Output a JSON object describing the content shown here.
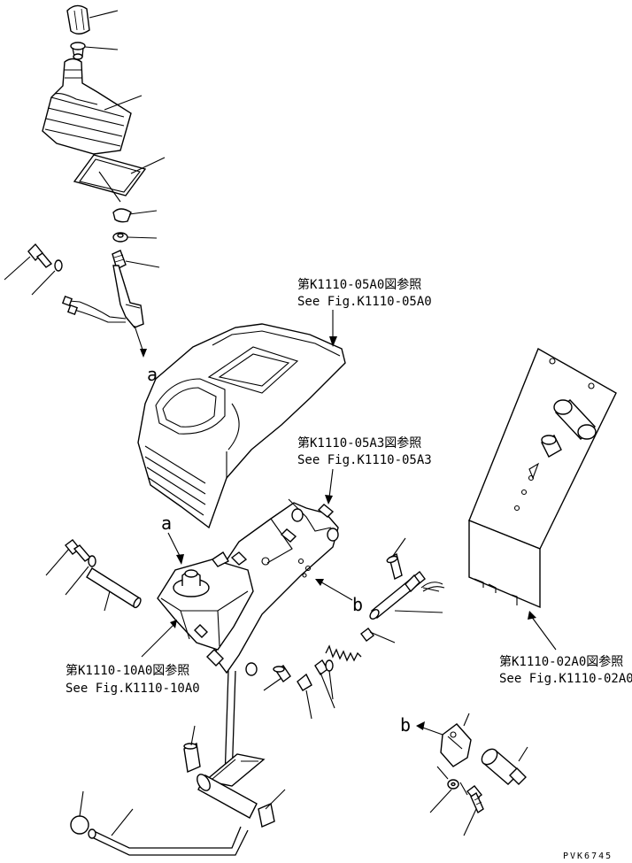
{
  "references": {
    "console": {
      "jp": "第K1110-05A0図参照",
      "en": "See Fig.K1110-05A0"
    },
    "bracket": {
      "jp": "第K1110-05A3図参照",
      "en": "See Fig.K1110-05A3"
    },
    "valve": {
      "jp": "第K1110-10A0図参照",
      "en": "See Fig.K1110-10A0"
    },
    "panel": {
      "jp": "第K1110-02A0図参照",
      "en": "See Fig.K1110-02A0"
    }
  },
  "connection_labels": {
    "a_top": "a",
    "a_valve": "a",
    "b_bracket": "b",
    "b_detail": "b"
  },
  "drawing_number": "PVK6745"
}
